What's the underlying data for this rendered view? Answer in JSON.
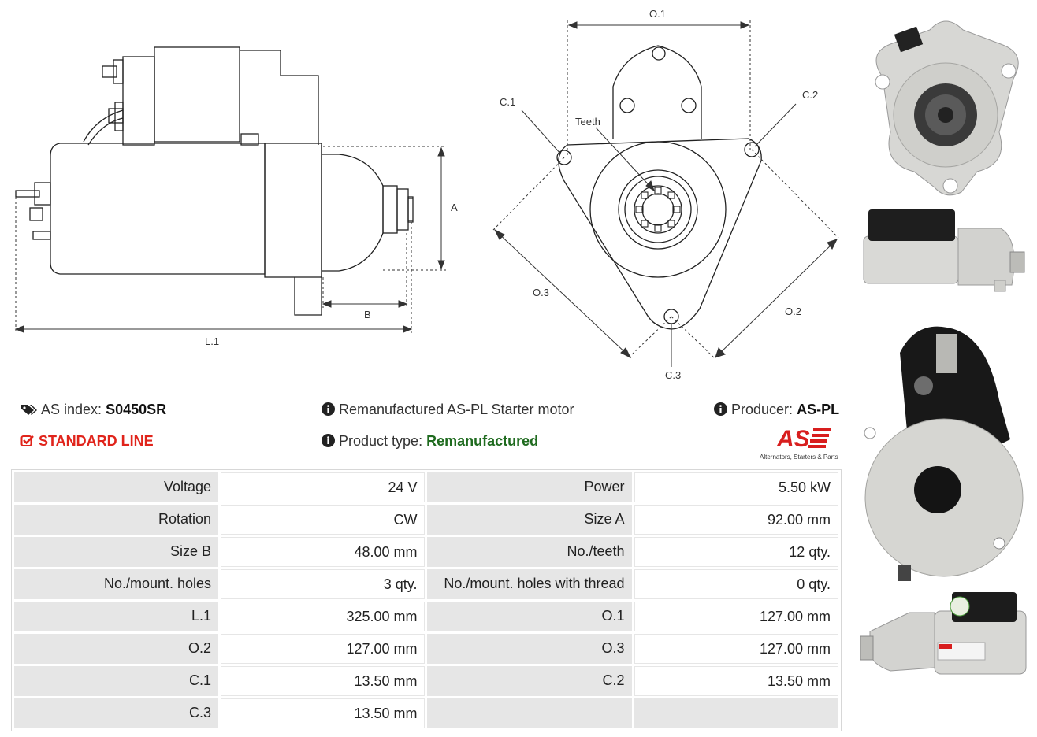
{
  "drawing": {
    "side_labels": {
      "A": "A",
      "B": "B",
      "L1": "L.1"
    },
    "front_labels": {
      "O1": "O.1",
      "O2": "O.2",
      "O3": "O.3",
      "C1": "C.1",
      "C2": "C.2",
      "C3": "C.3",
      "teeth": "Teeth"
    }
  },
  "info": {
    "index_label": "AS index:",
    "index_value": "S0450SR",
    "standard_line": "STANDARD LINE",
    "description": "Remanufactured AS-PL Starter motor",
    "product_type_label": "Product type:",
    "product_type_value": "Remanufactured",
    "producer_label": "Producer:",
    "producer_value": "AS-PL",
    "logo_text": "AS",
    "logo_tagline": "Alternators, Starters & Parts"
  },
  "specs": [
    {
      "k1": "Voltage",
      "v1": "24 V",
      "k2": "Power",
      "v2": "5.50 kW"
    },
    {
      "k1": "Rotation",
      "v1": "CW",
      "k2": "Size A",
      "v2": "92.00 mm"
    },
    {
      "k1": "Size B",
      "v1": "48.00 mm",
      "k2": "No./teeth",
      "v2": "12 qty."
    },
    {
      "k1": "No./mount. holes",
      "v1": "3 qty.",
      "k2": "No./mount. holes with thread",
      "v2": "0 qty."
    },
    {
      "k1": "L.1",
      "v1": "325.00 mm",
      "k2": "O.1",
      "v2": "127.00 mm"
    },
    {
      "k1": "O.2",
      "v1": "127.00 mm",
      "k2": "O.3",
      "v2": "127.00 mm"
    },
    {
      "k1": "C.1",
      "v1": "13.50 mm",
      "k2": "C.2",
      "v2": "13.50 mm"
    },
    {
      "k1": "C.3",
      "v1": "13.50 mm",
      "k2": "",
      "v2": ""
    }
  ],
  "colors": {
    "standard_line": "#e0241b",
    "product_type": "#1f6b1f",
    "logo": "#d81e1e"
  }
}
